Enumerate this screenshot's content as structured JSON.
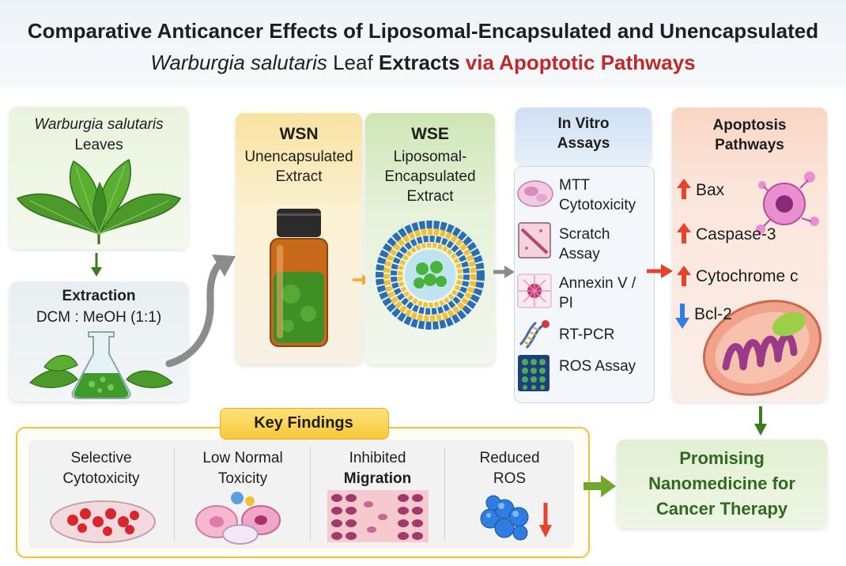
{
  "title": {
    "line1": "Comparative Anticancer Effects of Liposomal-Encapsulated and Unencapsulated",
    "line2_species": "Warburgia salutaris",
    "line2_mid": " Leaf ",
    "line2_bold": "Extracts ",
    "line2_red": "via Apoptotic Pathways"
  },
  "source": {
    "species": "Warburgia salutaris",
    "leaves": "Leaves"
  },
  "extraction": {
    "title": "Extraction",
    "solvent": "DCM : MeOH (1:1)"
  },
  "wsn": {
    "code": "WSN",
    "line1": "Unencapsulated",
    "line2": "Extract"
  },
  "wse": {
    "code": "WSE",
    "line1": "Liposomal-",
    "line2": "Encapsulated",
    "line3": "Extract"
  },
  "assays": {
    "title1": "In Vitro",
    "title2": "Assays",
    "items": [
      {
        "l1": "MTT",
        "l2": "Cytotoxicity"
      },
      {
        "l1": "Scratch",
        "l2": "Assay"
      },
      {
        "l1": "Annexin V /",
        "l2": "PI"
      },
      {
        "l1": "RT-PCR",
        "l2": ""
      },
      {
        "l1": "ROS Assay",
        "l2": ""
      }
    ]
  },
  "apoptosis": {
    "title1": "Apoptosis",
    "title2": "Pathways",
    "markers": [
      {
        "name": "Bax",
        "direction": "up",
        "color": "#e5432b"
      },
      {
        "name": "Caspase-3",
        "direction": "up",
        "color": "#e5432b"
      },
      {
        "name": "Cytochrome c",
        "direction": "up",
        "color": "#e5432b"
      },
      {
        "name": "Bcl-2",
        "direction": "down",
        "color": "#2f7de0"
      }
    ]
  },
  "findings": {
    "title": "Key Findings",
    "items": [
      {
        "l1": "Selective",
        "l2": "Cytotoxicity"
      },
      {
        "l1": "Low Normal",
        "l2": "Toxicity"
      },
      {
        "l1": "Inhibited",
        "l2": "Migration"
      },
      {
        "l1": "Reduced",
        "l2": "ROS"
      }
    ]
  },
  "conclusion": {
    "l1": "Promising",
    "l2": "Nanomedicine for",
    "l3": "Cancer Therapy"
  },
  "colors": {
    "accent_red": "#c0282c",
    "leaf_green": "#2e7d1e",
    "arrow_green": "#3b7a1e",
    "wsn_header": "#f6dc8a",
    "wse_header": "#cfe6b5",
    "assay_header": "#cfe0f3",
    "apoptosis_header": "#f9d6c4",
    "findings_border": "#f0c23a",
    "conclusion_bg": "#e3f0d3"
  }
}
